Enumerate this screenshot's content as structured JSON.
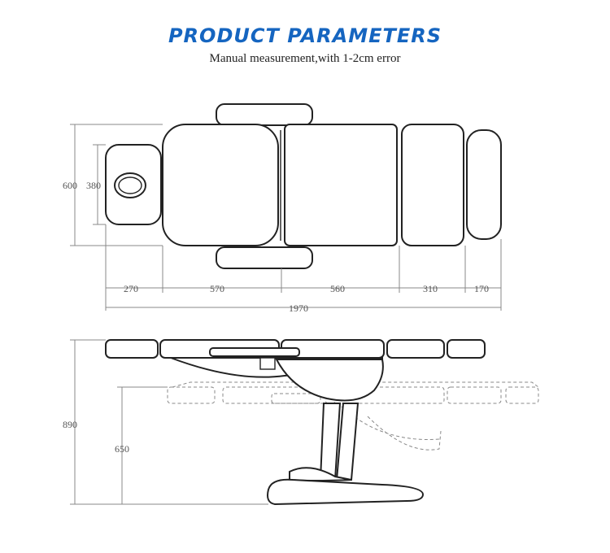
{
  "header": {
    "title": "PRODUCT PARAMETERS",
    "subtitle": "Manual measurement,with 1-2cm error"
  },
  "top_view": {
    "height_dims": {
      "overall": "600",
      "head": "380"
    },
    "segment_dims": [
      "270",
      "570",
      "560",
      "310",
      "170"
    ],
    "total_length": "1970"
  },
  "side_view": {
    "height_dims": {
      "max": "890",
      "min": "650"
    }
  },
  "colors": {
    "title": "#1565c0",
    "line": "#222222",
    "dim_line": "#888888"
  }
}
